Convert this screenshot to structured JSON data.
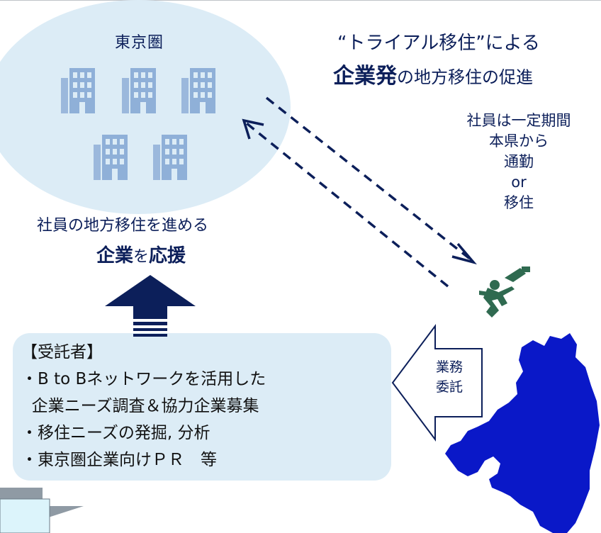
{
  "tokyo_area": {
    "title": "東京圏"
  },
  "headline": {
    "line1": "“トライアル移住”による",
    "line2_strong": "企業発",
    "line2_rest": "の地方移住の促進"
  },
  "employee_note": [
    "社員は一定期間",
    "本県から",
    "通勤",
    "or",
    "移住"
  ],
  "support": {
    "line1": "社員の地方移住を進める",
    "w1": "企業",
    "w2": "を",
    "w3": "応援"
  },
  "contractor": {
    "lines": [
      "【受託者】",
      "・B to Bネットワークを活用した",
      "  企業ニーズ調査＆協力企業募集",
      "・移住ニーズの発掘, 分析",
      "・東京圏企業向けＰＲ　等"
    ]
  },
  "outsourcing_arrow": {
    "line1": "業務",
    "line2": "委託"
  },
  "colors": {
    "navy": "#0c1f5a",
    "light_blue": "#dcecf6",
    "prefecture_blue": "#0a18c8",
    "building_blue": "#8fb0d8",
    "runner_green": "#2f6a50"
  }
}
